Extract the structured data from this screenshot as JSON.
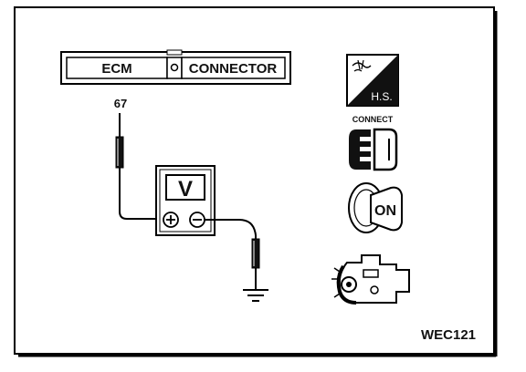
{
  "connector_box": {
    "left_label": "ECM",
    "right_label": "CONNECTOR"
  },
  "pin_label": "67",
  "meter": {
    "display": "V",
    "positive_symbol": "⊕",
    "negative_symbol": "⊖"
  },
  "icons": {
    "hs_label": "H.S.",
    "connect_label": "CONNECT",
    "key_label": "ON"
  },
  "figure_code": "WEC121"
}
